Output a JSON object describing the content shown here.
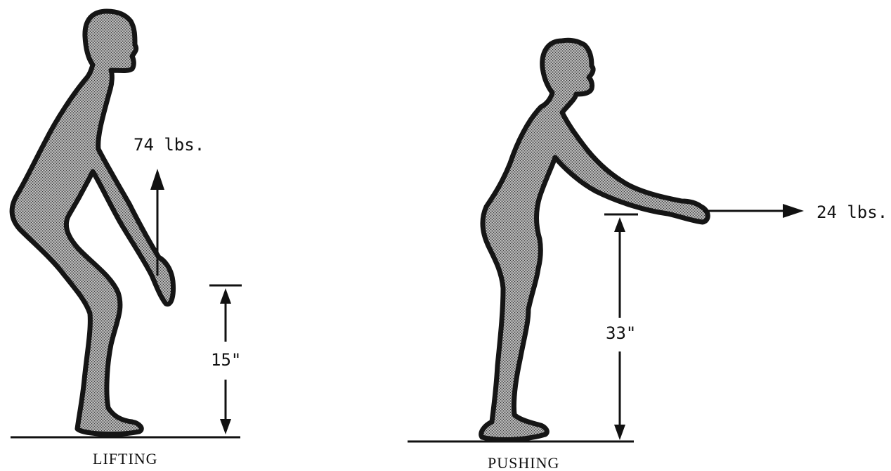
{
  "panels": [
    {
      "caption": "LIFTING",
      "force_label": "74 lbs.",
      "height_label": "15\"",
      "force_direction": "up"
    },
    {
      "caption": "PUSHING",
      "force_label": "24 lbs.",
      "height_label": "33\"",
      "force_direction": "right"
    }
  ],
  "colors": {
    "ink": "#111111",
    "figure_fill": "#8a8a8a",
    "background": "#ffffff"
  }
}
